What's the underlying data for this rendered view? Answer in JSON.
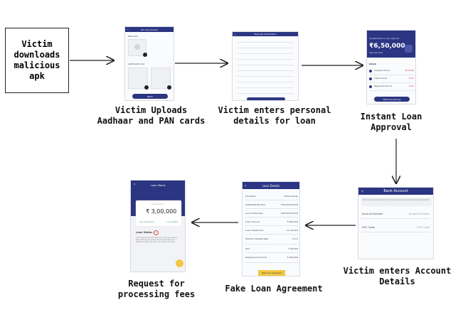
{
  "nodes": {
    "start": "Victim\ndownloads\nmalicious\napk",
    "upload": "Victim Uploads\nAadhaar and PAN cards",
    "personal": "Victim enters personal\ndetails for loan",
    "approval": "Instant Loan\nApproval",
    "account": "Victim enters Account\nDetails",
    "agreement": "Fake Loan Agreement",
    "fees": "Request for\nprocessing fees"
  },
  "screens": {
    "kyc": {
      "title": "KYC Documents",
      "pan_label": "PAN Card",
      "aadhaar_label": "AADHAAR Card",
      "button": "NEXT"
    },
    "personal": {
      "title": "Personal Information"
    },
    "approval": {
      "headline": "Congratulations on your approval",
      "amount": "₹6,50,000",
      "sub": "Approved Limit",
      "detail_title": "Detail",
      "items": [
        {
          "label": "Available Amount",
          "value": "₹6,50,000"
        },
        {
          "label": "Credit Amount",
          "value": "₹0.00"
        },
        {
          "label": "Repayment Amount",
          "value": "₹0.00"
        }
      ],
      "button": "Withdraw Money"
    },
    "bank": {
      "title": "Bank Account",
      "note": "The loan amount will be sent to the bank account for approved application",
      "fields": [
        {
          "label": "Account Number",
          "value": "Account Number"
        },
        {
          "label": "IFSC Code",
          "value": "IFSC Code"
        }
      ]
    },
    "loan_details": {
      "title": "Loan Details",
      "rows": [
        {
          "label": "Full Name",
          "value": "Mohan Singh"
        },
        {
          "label": "AADHAAR Number",
          "value": "XXXXXXXX1234"
        },
        {
          "label": "Account Number",
          "value": "XXXXXXXX1234"
        },
        {
          "label": "Loan Amount",
          "value": "₹ 650,000"
        },
        {
          "label": "Loan Installment",
          "value": "12 months"
        },
        {
          "label": "Monthly Interest Rate",
          "value": "0.1%"
        },
        {
          "label": "GST",
          "value": "₹ 65,000"
        },
        {
          "label": "Repayment Amount",
          "value": "₹ 220,000"
        }
      ],
      "button": "Write Loan Agreement"
    },
    "loan_status": {
      "title": "Loan Status",
      "card_label": "Loan Amount",
      "amount": "₹ 3,00,000",
      "link_left": "Loan Agreement",
      "link_right": "Loan Details",
      "status_title": "Loan Status",
      "status_text": "Loan deposit amount approved. Your processing fee must be paid before the loan is disbursed. Please contact customer care within 24 hours."
    }
  },
  "colors": {
    "app_bar": "#2b3582",
    "accent_yellow": "#f2c744",
    "arrow": "#222222",
    "phone_bg": "#fafbfd"
  },
  "icons": [
    "back-arrow-icon",
    "avatar-placeholder-icon",
    "camera-icon",
    "info-icon",
    "chat-fab-icon",
    "bank-icon"
  ]
}
